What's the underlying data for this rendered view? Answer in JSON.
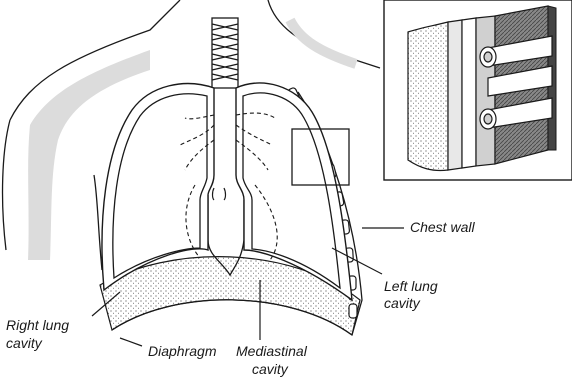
{
  "labels": {
    "chest_wall": "Chest wall",
    "left_lung_cavity_line1": "Left lung",
    "left_lung_cavity_line2": "cavity",
    "right_lung_cavity_line1": "Right lung",
    "right_lung_cavity_line2": "cavity",
    "diaphragm": "Diaphragm",
    "mediastinal_cavity_line1": "Mediastinal",
    "mediastinal_cavity_line2": "cavity"
  },
  "colors": {
    "line": "#1a1a1a",
    "body_shading": "#dcdcdc",
    "stipple": "#555555",
    "muscle_band": "#6e6e6e"
  }
}
